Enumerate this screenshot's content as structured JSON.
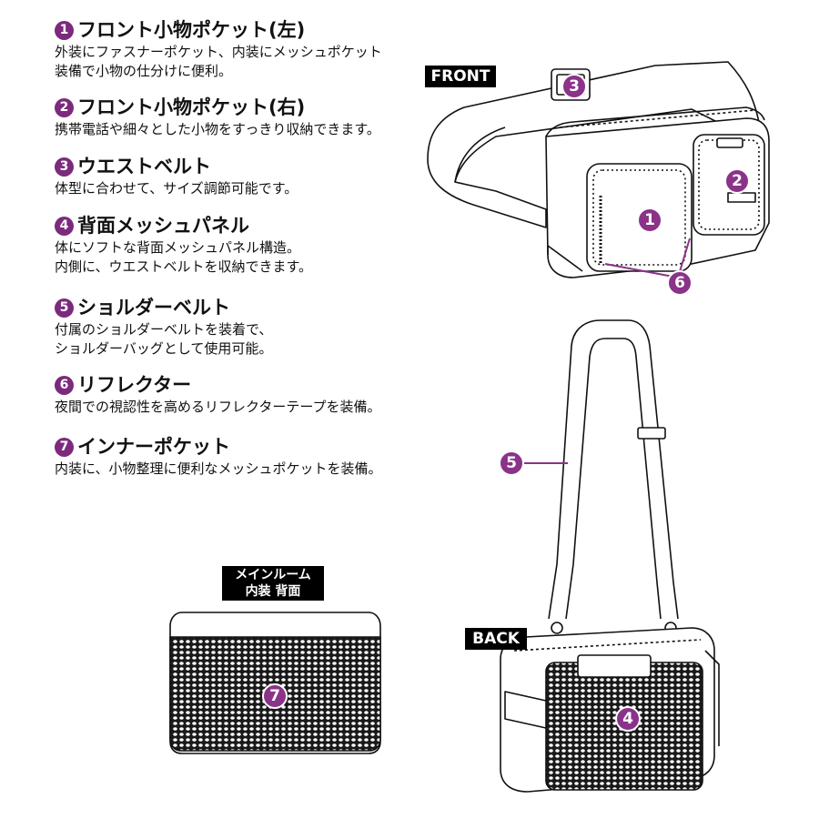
{
  "features": [
    {
      "num": "1",
      "title": "フロント小物ポケット(左)",
      "desc": "外装にファスナーポケット、内装にメッシュポケット\n装備で小物の仕分けに便利。"
    },
    {
      "num": "2",
      "title": "フロント小物ポケット(右)",
      "desc": "携帯電話や細々とした小物をすっきり収納できます。"
    },
    {
      "num": "3",
      "title": "ウエストベルト",
      "desc": "体型に合わせて、サイズ調節可能です。"
    },
    {
      "num": "4",
      "title": "背面メッシュパネル",
      "desc": "体にソフトな背面メッシュパネル構造。\n内側に、ウエストベルトを収納できます。"
    },
    {
      "num": "5",
      "title": "ショルダーベルト",
      "desc": "付属のショルダーベルトを装着で、\nショルダーバッグとして使用可能。"
    },
    {
      "num": "6",
      "title": "リフレクター",
      "desc": "夜間での視認性を高めるリフレクターテープを装備。"
    },
    {
      "num": "7",
      "title": "インナーポケット",
      "desc": "内装に、小物整理に便利なメッシュポケットを装備。"
    }
  ],
  "views": {
    "front_label": "FRONT",
    "back_label": "BACK",
    "inner_label_line1": "メインルーム",
    "inner_label_line2": "内装 背面"
  },
  "colors": {
    "accent": "#8a3389",
    "line": "#111111",
    "mesh": "#1a1a1a"
  },
  "icons": [
    "front-bag-illustration",
    "back-bag-illustration",
    "inner-pocket-illustration",
    "shoulder-strap-illustration"
  ]
}
